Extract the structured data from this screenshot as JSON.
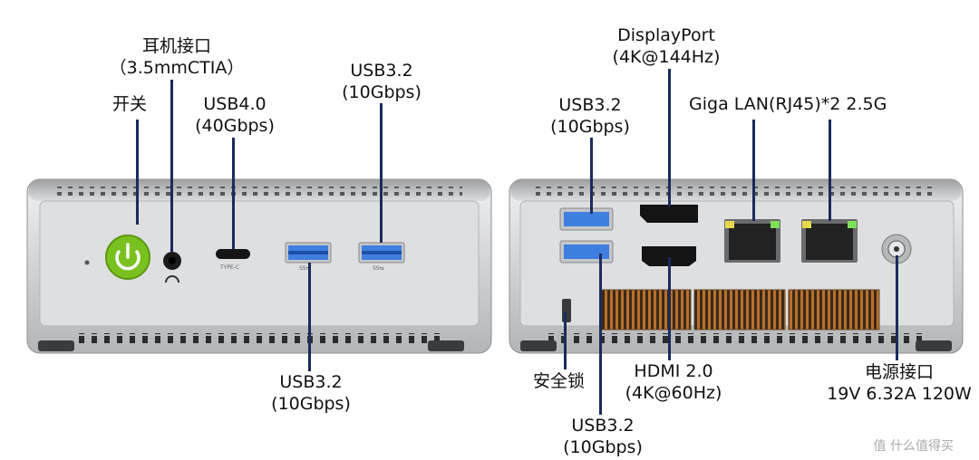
{
  "front": {
    "power_label": "开关",
    "audio_label": [
      "耳机接口",
      "（3.5mmCTIA）"
    ],
    "usb4_label": [
      "USB4.0",
      "(40Gbps)"
    ],
    "usb32_top_label": [
      "USB3.2",
      "(10Gbps)"
    ],
    "usb32_bottom_label": [
      "USB3.2",
      "(10Gbps)"
    ],
    "typec_mark": "TYPE-C",
    "ss_mark": "SS⇆"
  },
  "rear": {
    "displayport_label": [
      "DisplayPort",
      "(4K@144Hz)"
    ],
    "usb32_top_label": [
      "USB3.2",
      "(10Gbps)"
    ],
    "lan_label": "Giga LAN(RJ45)*2 2.5G",
    "security_label": "安全锁",
    "hdmi_label": [
      "HDMI 2.0",
      "(4K@60Hz)"
    ],
    "usb32_bottom_label": [
      "USB3.2",
      "(10Gbps)"
    ],
    "power_label": [
      "电源接口",
      "19V 6.32A 120W"
    ]
  },
  "watermark": "值 什么值得买",
  "colors": {
    "chassis": "#c9cacc",
    "pointer": "#1a2b5c",
    "power_button": "#79c11f",
    "usb_blue": "#3f7fe0",
    "vent_copper": "#b9702b"
  }
}
